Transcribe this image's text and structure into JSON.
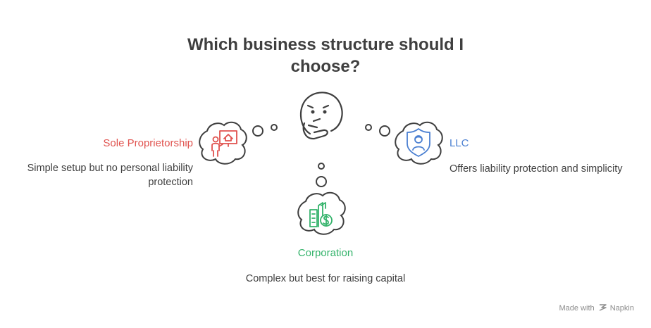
{
  "title": "Which business structure should I choose?",
  "options": {
    "sole": {
      "label": "Sole Proprietorship",
      "description": "Simple setup but no personal liability protection",
      "icon": "person-house-sign-icon",
      "color": "#e0524e"
    },
    "llc": {
      "label": "LLC",
      "description": "Offers liability protection and simplicity",
      "icon": "shield-person-icon",
      "color": "#4a7fd1"
    },
    "corporation": {
      "label": "Corporation",
      "description": "Complex but best for raising capital",
      "icon": "buildings-dollar-icon",
      "color": "#34b36b"
    }
  },
  "center_icon": "thinking-face-icon",
  "credit": {
    "prefix": "Made with",
    "brand": "Napkin"
  }
}
